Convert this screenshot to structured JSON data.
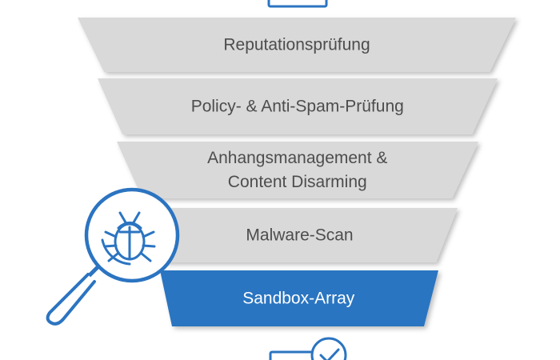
{
  "funnel": {
    "stages": [
      {
        "lines": [
          "Reputationsprüfung"
        ],
        "active": false
      },
      {
        "lines": [
          "Policy- & Anti-Spam-Prüfung"
        ],
        "active": false
      },
      {
        "lines": [
          "Anhangsmanagement &",
          "Content Disarming"
        ],
        "active": false
      },
      {
        "lines": [
          "Malware-Scan"
        ],
        "active": false
      },
      {
        "lines": [
          "Sandbox-Array"
        ],
        "active": true
      }
    ]
  },
  "icons": {
    "top": "envelope-icon",
    "magnifier": "magnifier-bug-icon",
    "bottom": "envelope-checkmark-icon"
  },
  "colors": {
    "stage_fill": "#d9d9d9",
    "stage_text": "#4d4d4d",
    "active_fill": "#2b74c1",
    "active_text": "#ffffff",
    "icon_stroke": "#2b74c1"
  }
}
